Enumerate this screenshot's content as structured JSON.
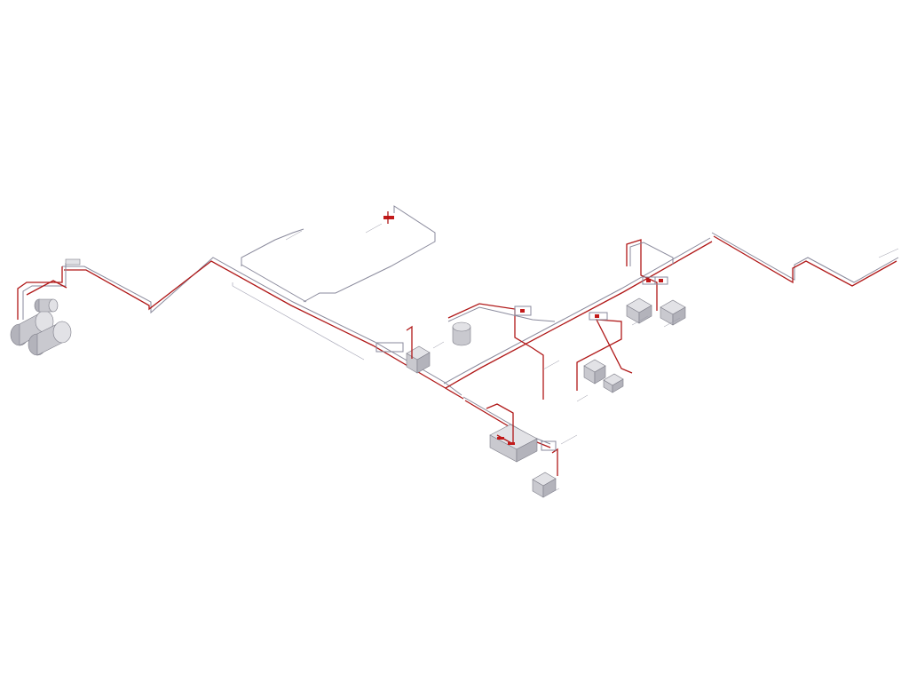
{
  "drawing": {
    "type": "isometric piping schematic",
    "colors": {
      "background": "#ffffff",
      "supply_pipe": "#b01818",
      "return_pipe": "#8a8a9c",
      "equipment": "#c9c9cf"
    },
    "equipment": [
      {
        "id": "boiler-1",
        "kind": "horizontal tank"
      },
      {
        "id": "boiler-2",
        "kind": "horizontal tank"
      },
      {
        "id": "expansion-tank",
        "kind": "horizontal tank"
      },
      {
        "id": "buffer-tank",
        "kind": "vertical tank"
      },
      {
        "id": "unit-a",
        "kind": "box unit"
      },
      {
        "id": "unit-b",
        "kind": "box unit"
      },
      {
        "id": "unit-c",
        "kind": "box unit"
      },
      {
        "id": "unit-d",
        "kind": "box unit"
      },
      {
        "id": "unit-e",
        "kind": "box unit"
      },
      {
        "id": "unit-f",
        "kind": "box unit"
      },
      {
        "id": "air-handler",
        "kind": "large box unit"
      }
    ]
  }
}
